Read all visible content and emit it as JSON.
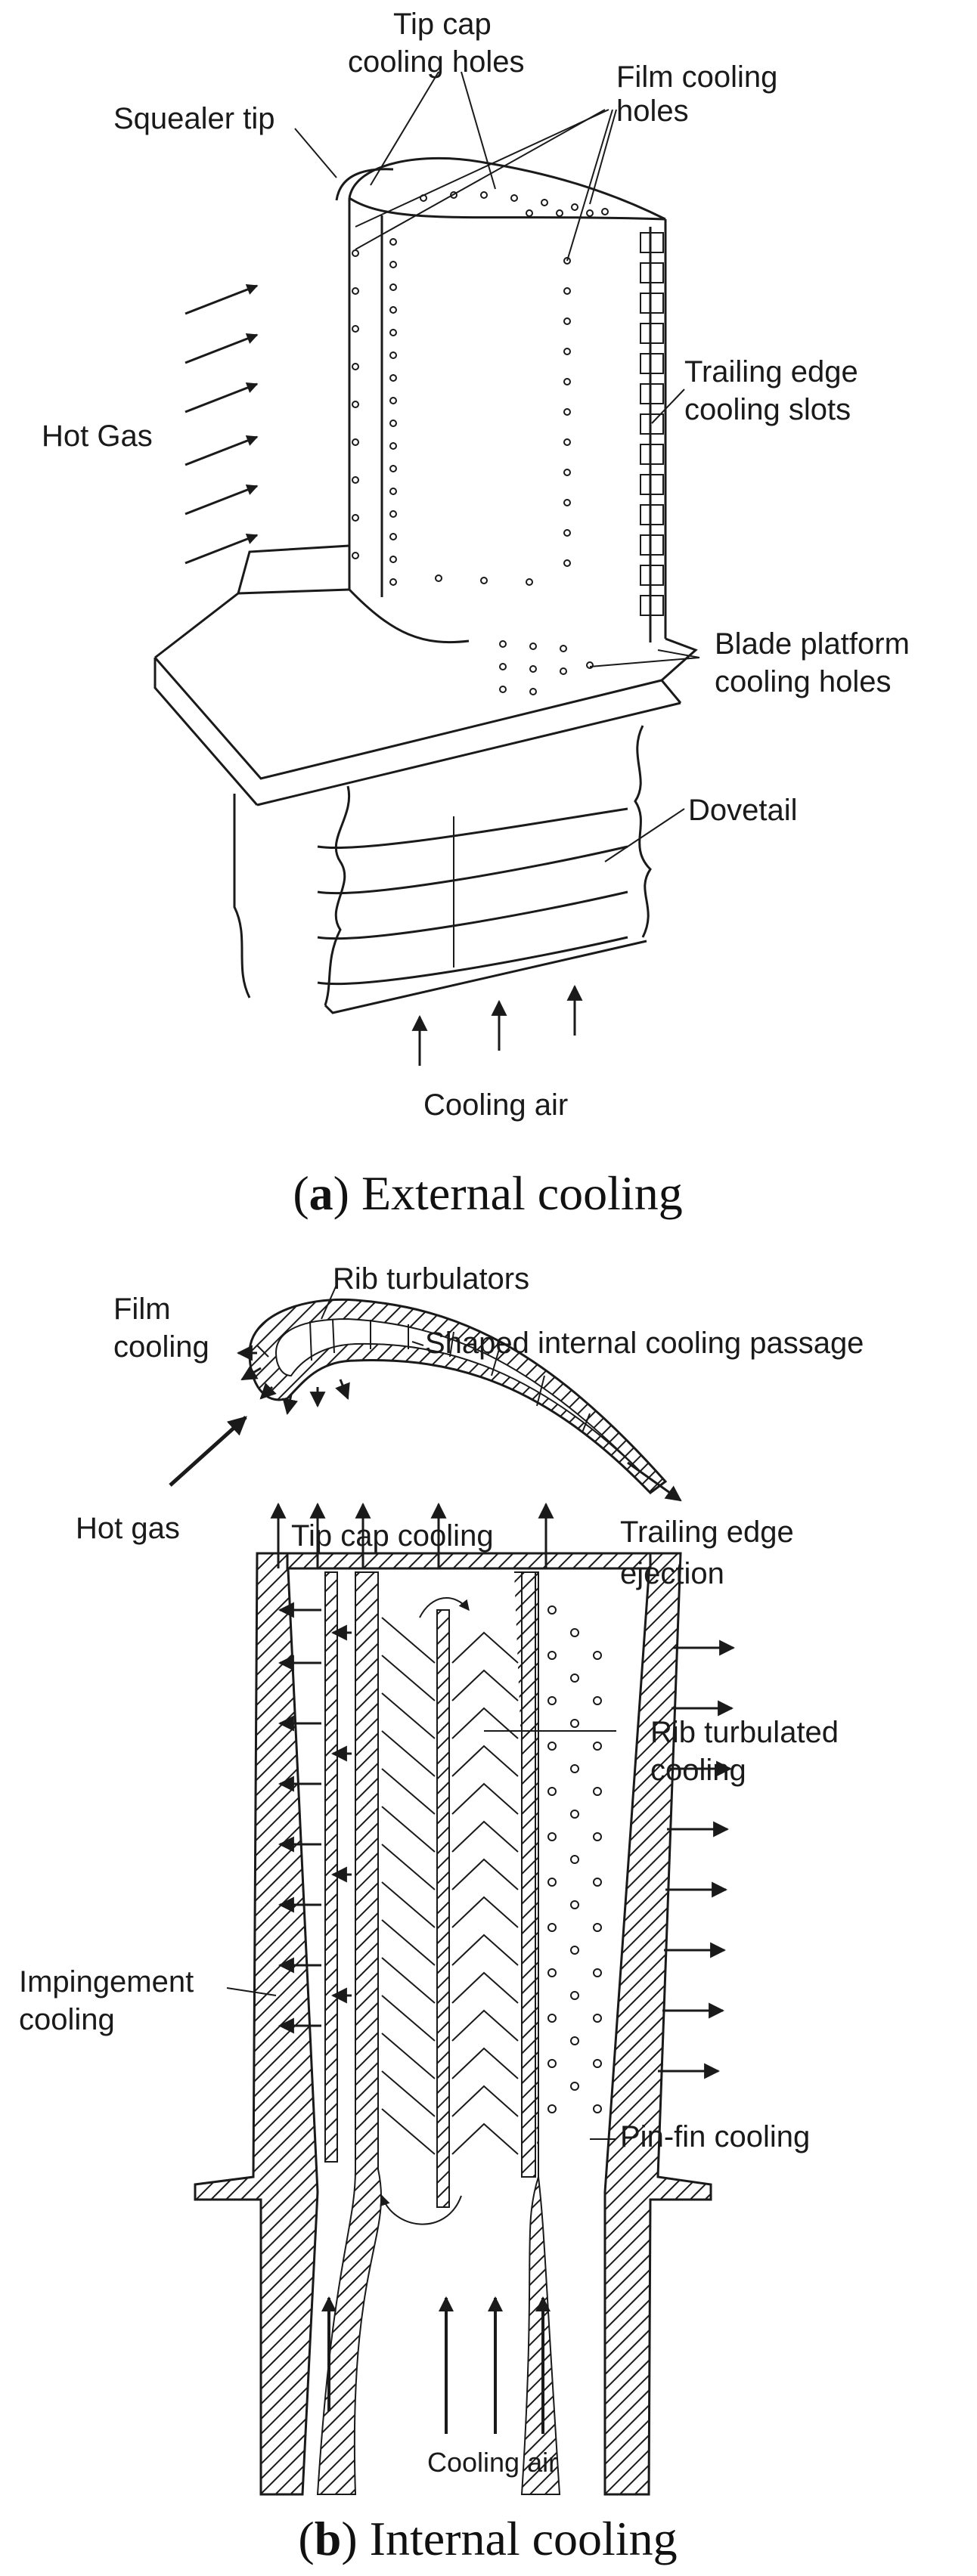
{
  "figure": {
    "a": {
      "caption_letter": "a",
      "caption_text": "External cooling",
      "labels": {
        "tip_cap_cooling_holes_1": "Tip cap",
        "tip_cap_cooling_holes_2": "cooling holes",
        "squealer_tip": "Squealer tip",
        "film_cooling_holes_1": "Film cooling",
        "film_cooling_holes_2": "holes",
        "hot_gas": "Hot Gas",
        "trailing_edge_slots_1": "Trailing edge",
        "trailing_edge_slots_2": "cooling slots",
        "platform_holes_1": "Blade platform",
        "platform_holes_2": "cooling holes",
        "dovetail": "Dovetail",
        "cooling_air": "Cooling air"
      }
    },
    "b": {
      "caption_letter": "b",
      "caption_text": "Internal cooling",
      "labels": {
        "film_cooling_1": "Film",
        "film_cooling_2": "cooling",
        "rib_turbulators": "Rib turbulators",
        "shaped_passage": "Shaped internal cooling passage",
        "hot_gas": "Hot gas",
        "tip_cap_cooling": "Tip cap cooling",
        "trailing_edge_ejection_1": "Trailing edge",
        "trailing_edge_ejection_2": "ejection",
        "rib_turbulated_1": "Rib turbulated",
        "rib_turbulated_2": "cooling",
        "impingement_1": "Impingement",
        "impingement_2": "cooling",
        "pin_fin": "Pin-fin cooling",
        "cooling_air": "Cooling air"
      }
    }
  }
}
